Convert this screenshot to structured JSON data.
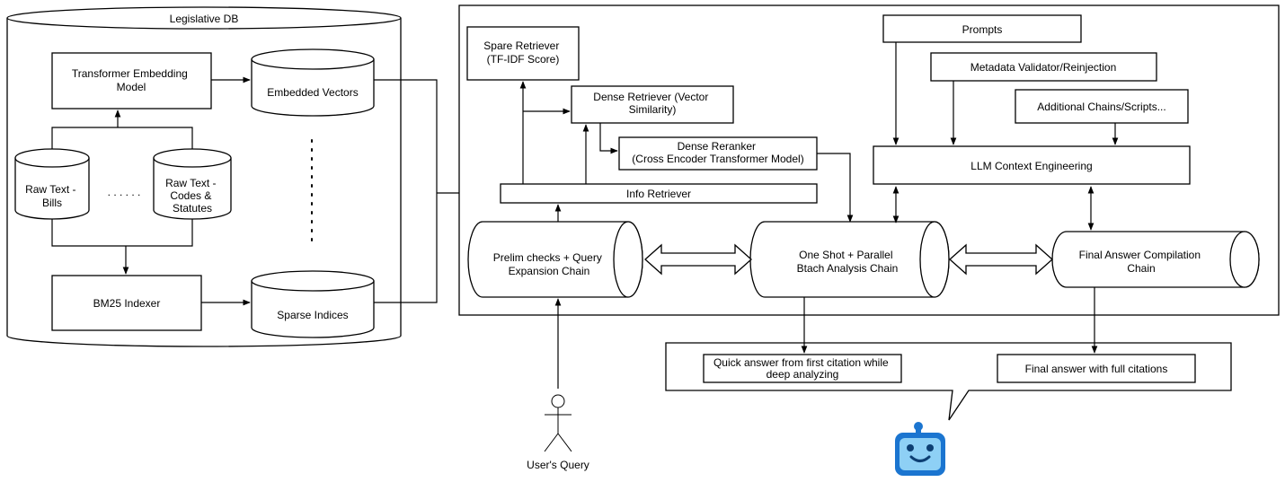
{
  "legislative_db": {
    "title": "Legislative DB",
    "transformer_embedding_model": [
      "Transformer Embedding",
      "Model"
    ],
    "embedded_vectors": "Embedded Vectors",
    "raw_text_bills": [
      "Raw Text -",
      "Bills"
    ],
    "ellipsis": ". . . . . .",
    "raw_text_codes": [
      "Raw Text -",
      "Codes &",
      "Statutes"
    ],
    "bm25_indexer": "BM25 Indexer",
    "sparse_indices": "Sparse Indices"
  },
  "pipeline": {
    "spare_retriever": [
      "Spare Retriever",
      "(TF-IDF Score)"
    ],
    "dense_retriever": [
      "Dense Retriever (Vector",
      "Similarity)"
    ],
    "dense_reranker": [
      "Dense Reranker",
      "(Cross Encoder Transformer Model)"
    ],
    "info_retriever": "Info Retriever",
    "prelim_chain": [
      "Prelim checks + Query",
      "Expansion Chain"
    ],
    "one_shot_chain": [
      "One Shot + Parallel",
      "Btach Analysis Chain"
    ],
    "final_chain": [
      "Final Answer Compilation",
      "Chain"
    ],
    "prompts": "Prompts",
    "metadata_validator": "Metadata Validator/Reinjection",
    "additional_chains": "Additional Chains/Scripts...",
    "llm_context": "LLM Context Engineering"
  },
  "outputs": {
    "quick_answer": [
      "Quick answer from first citation while",
      "deep analyzing"
    ],
    "final_answer": "Final answer with full citations"
  },
  "user": {
    "label": "User's Query"
  },
  "colors": {
    "robot_blue": "#1b75d0",
    "robot_face": "#8ed0f5",
    "robot_dark": "#0d3f73"
  }
}
